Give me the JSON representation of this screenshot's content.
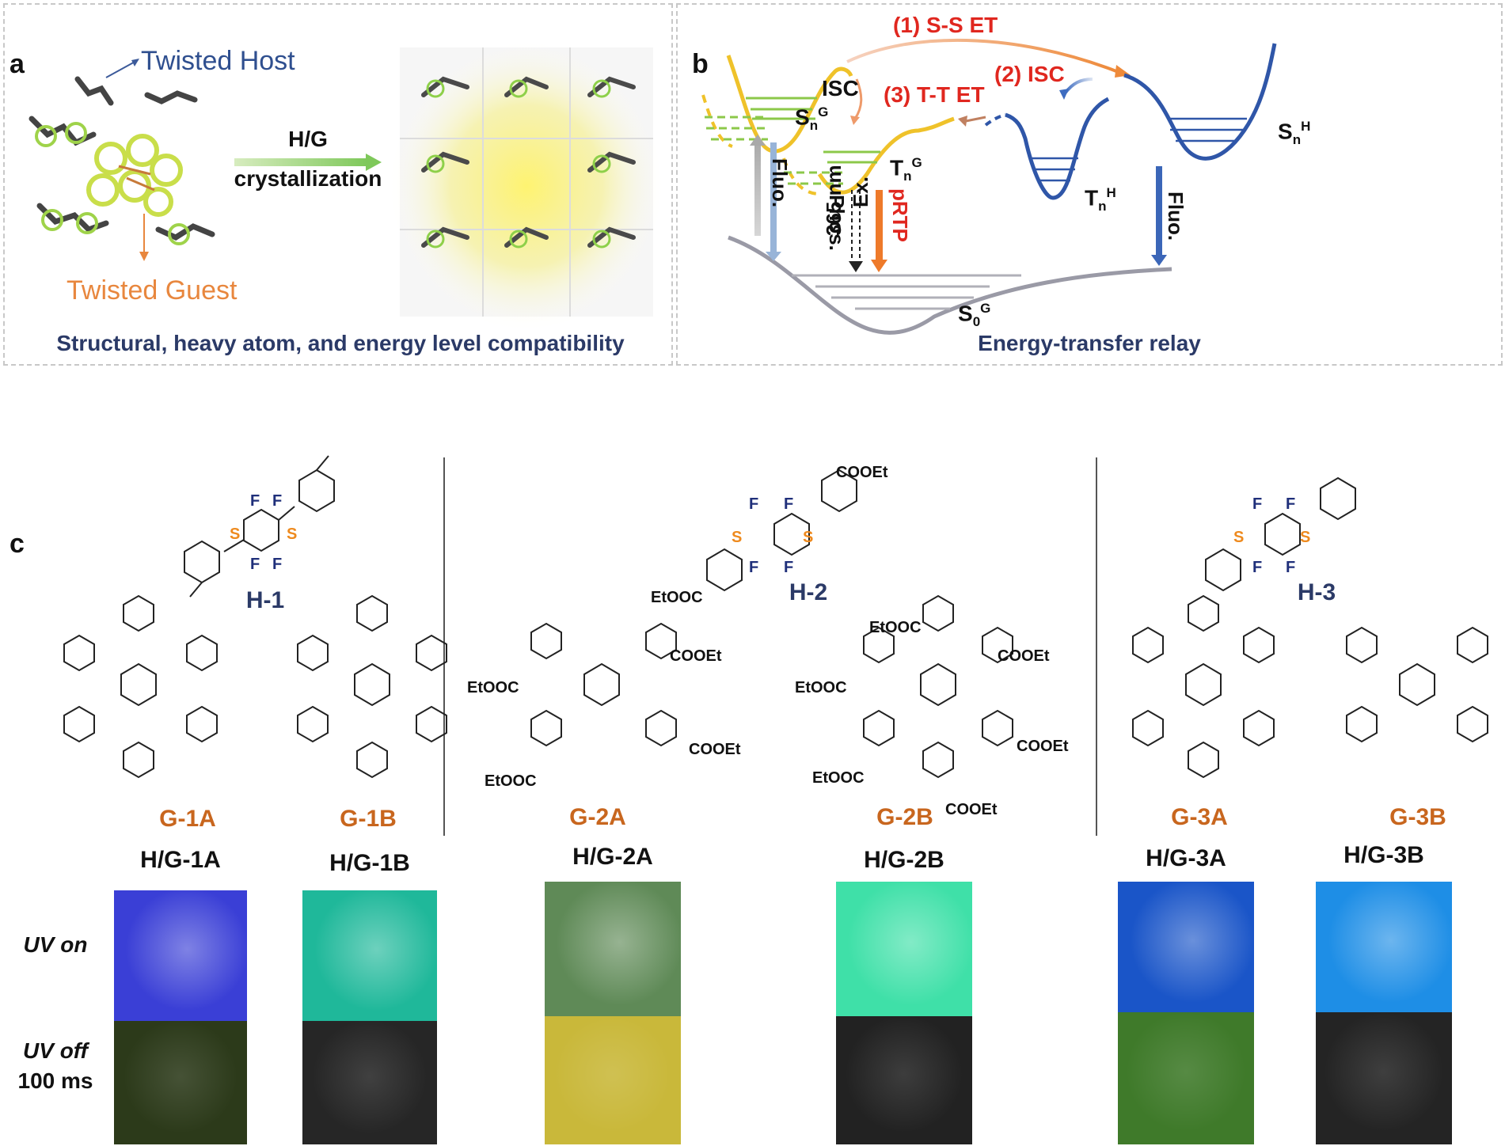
{
  "panel_a": {
    "label": "a",
    "host_label": "Twisted Host",
    "guest_label": "Twisted Guest",
    "arrow_line1": "H/G",
    "arrow_line2": "crystallization",
    "caption": "Structural, heavy atom, and energy level compatibility"
  },
  "panel_b": {
    "label": "b",
    "ss_et": "(1) S-S ET",
    "isc2": "(2) ISC",
    "tt_et": "(3) T-T ET",
    "isc": "ISC",
    "sng": "S",
    "sng_sub": "n",
    "sng_sup": "G",
    "tng": "T",
    "tng_sub": "n",
    "tng_sup": "G",
    "tnh": "T",
    "tnh_sub": "n",
    "tnh_sup": "H",
    "snh": "S",
    "snh_sub": "n",
    "snh_sup": "H",
    "s0g": "S",
    "s0g_sub": "0",
    "s0g_sup": "G",
    "ex_nm": "365 nm",
    "ex": "Ex.",
    "fluo_g": "Fluo.",
    "phos": "Phos.",
    "prtp": "pRTP",
    "fluo_h": "Fluo.",
    "caption": "Energy-transfer relay"
  },
  "panel_c": {
    "label": "c",
    "hosts": [
      "H-1",
      "H-2",
      "H-3"
    ],
    "guests": [
      "G-1A",
      "G-1B",
      "G-2A",
      "G-2B",
      "G-3A",
      "G-3B"
    ],
    "substituents": {
      "F": "F",
      "S": "S",
      "ester": "COOEt",
      "ester_left": "EtOOC"
    }
  },
  "photos": {
    "titles": [
      "H/G-1A",
      "H/G-1B",
      "H/G-2A",
      "H/G-2B",
      "H/G-3A",
      "H/G-3B"
    ],
    "uv_on": "UV on",
    "uv_off": "UV off",
    "delay": "100 ms",
    "colors_on": [
      "#3a3fd6",
      "#1fb89a",
      "#5f8a57",
      "#3fe0a8",
      "#1a55c8",
      "#1e8ee6"
    ],
    "colors_off": [
      "#2c3a1a",
      "#262626",
      "#c9b83a",
      "#222222",
      "#3f7a2a",
      "#242424"
    ]
  }
}
